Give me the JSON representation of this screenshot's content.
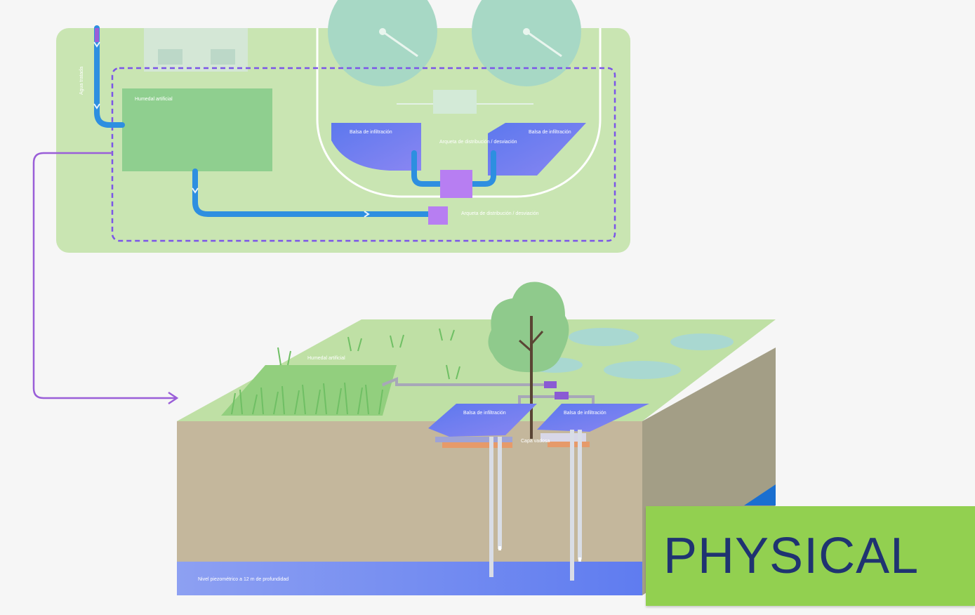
{
  "labels": {
    "pipe_label": "Agua tratada",
    "wetland_top": "Humedal artificial",
    "basin_left": "Balsa de infiltración",
    "basin_right": "Balsa de infiltración",
    "chamber_upper": "Arqueta de distribución / desviación",
    "chamber_lower": "Arqueta de distribución / desviación",
    "wetland_3d": "Humedal artificial",
    "basin_3d_left": "Balsa de infiltración",
    "basin_3d_right": "Balsa de infiltración",
    "vadose": "Capa vadosa",
    "water_table": "Nivel piezométrico a 12 m de profundidad"
  },
  "badge": {
    "text": "PHYSICAL"
  },
  "colors": {
    "page_bg": "#f6f6f6",
    "plan_bg": "#c9e5b2",
    "wetland": "#8fcf8f",
    "pipe": "#2d8fe0",
    "boundary": "#7b55e8",
    "arrow": "#9a5ed8",
    "basin": "#6f7ef0",
    "chamber": "#b77ef2",
    "clarifier": "#a7d8c5",
    "soil_front": "#c4b79c",
    "soil_side": "#a39e86",
    "grass_top": "#bfe0a5",
    "water_table": "#7e8df0",
    "badge_bg": "#92d050",
    "badge_text": "#1f3371"
  }
}
